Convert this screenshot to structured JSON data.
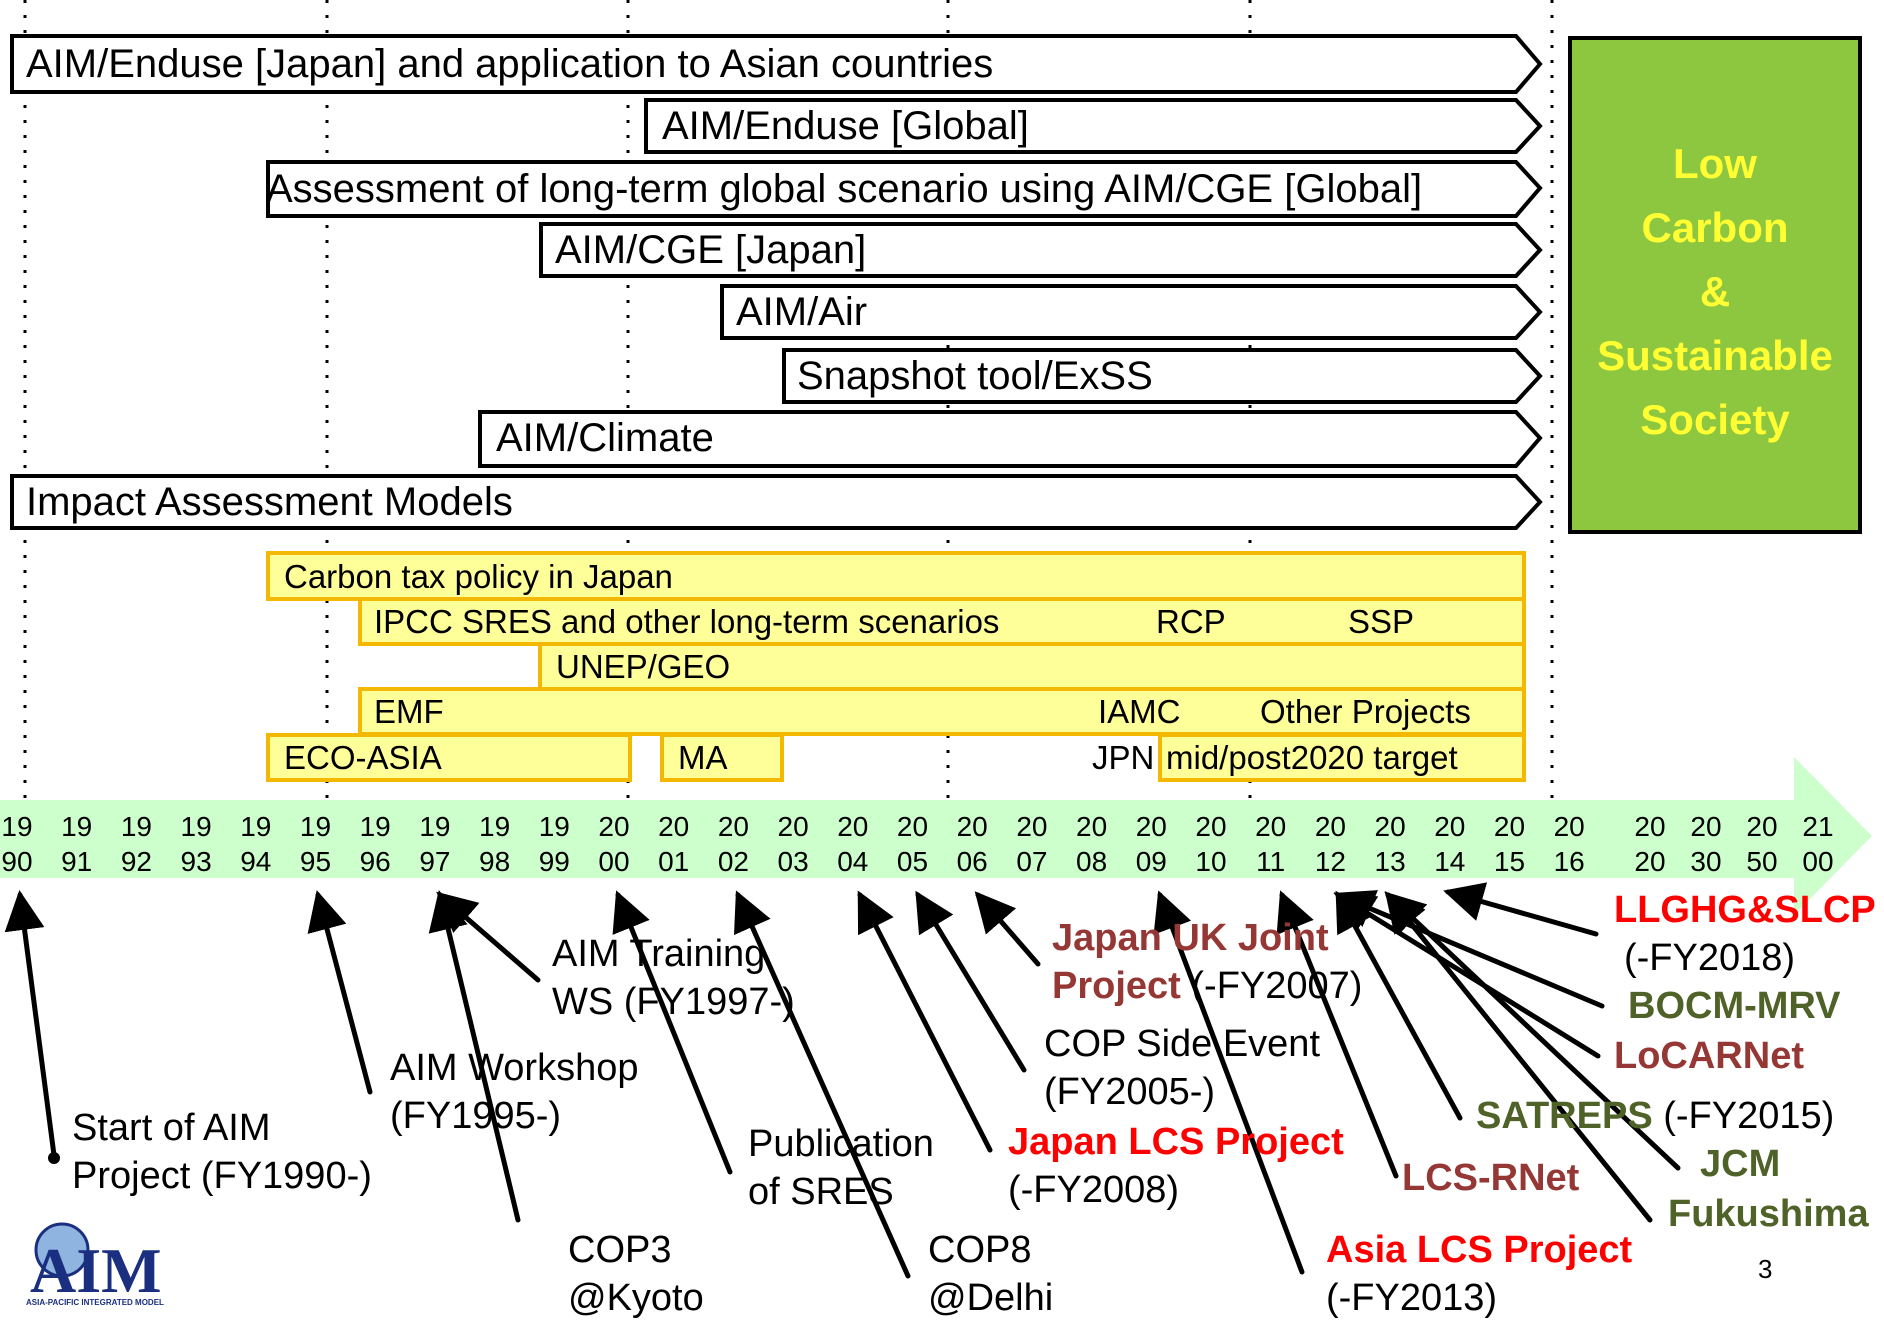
{
  "model_bars": [
    {
      "label": "AIM/Enduse [Japan] and application to Asian countries"
    },
    {
      "label": "AIM/Enduse [Global]"
    },
    {
      "label": "Assessment of long-term global scenario using AIM/CGE [Global]"
    },
    {
      "label": "AIM/CGE [Japan]"
    },
    {
      "label": "AIM/Air"
    },
    {
      "label": "Snapshot tool/ExSS"
    },
    {
      "label": "AIM/Climate"
    },
    {
      "label": "Impact Assessment Models"
    }
  ],
  "goal": {
    "lines": [
      "Low",
      "Carbon",
      "&",
      "Sustainable",
      "Society"
    ],
    "color": "#8dc63f"
  },
  "policy_boxes": {
    "carbon_tax": "Carbon tax policy in Japan",
    "ipcc": "IPCC SRES and other long-term scenarios",
    "rcp": "RCP",
    "ssp": "SSP",
    "unep": "UNEP/GEO",
    "emf": "EMF",
    "iamc": "IAMC",
    "other": "Other Projects",
    "eco_asia": "ECO-ASIA",
    "ma": "MA",
    "jpn": "JPN",
    "mid_post": "mid/post2020 target"
  },
  "timeline": {
    "years": [
      {
        "top": "19",
        "bottom": "90"
      },
      {
        "top": "19",
        "bottom": "91"
      },
      {
        "top": "19",
        "bottom": "92"
      },
      {
        "top": "19",
        "bottom": "93"
      },
      {
        "top": "19",
        "bottom": "94"
      },
      {
        "top": "19",
        "bottom": "95"
      },
      {
        "top": "19",
        "bottom": "96"
      },
      {
        "top": "19",
        "bottom": "97"
      },
      {
        "top": "19",
        "bottom": "98"
      },
      {
        "top": "19",
        "bottom": "99"
      },
      {
        "top": "20",
        "bottom": "00"
      },
      {
        "top": "20",
        "bottom": "01"
      },
      {
        "top": "20",
        "bottom": "02"
      },
      {
        "top": "20",
        "bottom": "03"
      },
      {
        "top": "20",
        "bottom": "04"
      },
      {
        "top": "20",
        "bottom": "05"
      },
      {
        "top": "20",
        "bottom": "06"
      },
      {
        "top": "20",
        "bottom": "07"
      },
      {
        "top": "20",
        "bottom": "08"
      },
      {
        "top": "20",
        "bottom": "09"
      },
      {
        "top": "20",
        "bottom": "10"
      },
      {
        "top": "20",
        "bottom": "11"
      },
      {
        "top": "20",
        "bottom": "12"
      },
      {
        "top": "20",
        "bottom": "13"
      },
      {
        "top": "20",
        "bottom": "14"
      },
      {
        "top": "20",
        "bottom": "15"
      },
      {
        "top": "20",
        "bottom": "16"
      }
    ],
    "future_years": [
      {
        "top": "20",
        "bottom": "20"
      },
      {
        "top": "20",
        "bottom": "30"
      },
      {
        "top": "20",
        "bottom": "50"
      },
      {
        "top": "21",
        "bottom": "00"
      }
    ]
  },
  "events": {
    "start": [
      "Start of AIM",
      "Project (FY1990-)"
    ],
    "workshop": [
      "AIM Workshop",
      "(FY1995-)"
    ],
    "cop3": [
      "COP3",
      "@Kyoto"
    ],
    "training": [
      "AIM Training",
      "WS (FY1997-)"
    ],
    "sres": [
      "Publication",
      "of SRES"
    ],
    "cop8": [
      "COP8",
      "@Delhi"
    ],
    "japan_lcs_title": "Japan LCS Project",
    "japan_lcs_sub": "(-FY2008)",
    "cop_side": [
      "COP Side Event",
      "(FY2005-)"
    ],
    "japan_uk_title1": "Japan UK Joint",
    "japan_uk_title2": "Project",
    "japan_uk_sub": " (-FY2007)",
    "asia_lcs_title": "Asia LCS Project",
    "asia_lcs_sub": "(-FY2013)",
    "lcs_rnet": "LCS-RNet",
    "satreps_title": "SATREPS",
    "satreps_sub": " (-FY2015)",
    "jcm": "JCM",
    "fukushima": "Fukushima",
    "locarnet": "LoCARNet",
    "bocm": "BOCM-MRV",
    "llghg_title": "LLGHG&SLCP",
    "llghg_sub": "(-FY2018)"
  },
  "colors": {
    "red": "#ff0000",
    "brown": "#953735",
    "olive": "#4f6228"
  },
  "logo": {
    "title": "AIM",
    "subtitle": "ASIA-PACIFIC INTEGRATED MODEL"
  },
  "page_number": "3"
}
